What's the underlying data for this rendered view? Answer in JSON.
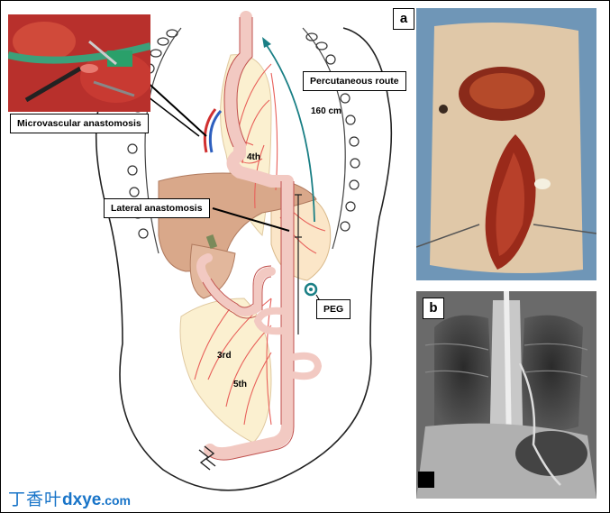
{
  "labels": {
    "microvascular": "Microvascular anastomosis",
    "percutaneous": "Percutaneous route",
    "distance": "160 cm",
    "jejunum_4th": "4th",
    "lateral": "Lateral anastomosis",
    "peg": "PEG",
    "jejunum_3rd": "3rd",
    "jejunum_5th": "5th"
  },
  "panels": {
    "a": "a",
    "b": "b"
  },
  "watermark": {
    "cn": "丁香叶",
    "brand": "dxye",
    "domain": ".com"
  },
  "colors": {
    "conduit": "#f2c9c2",
    "conduit_stroke": "#c0504d",
    "vessels": "#e8605a",
    "liver": "#d9a88a",
    "mesentery": "#fbf0d0",
    "arrow": "#1a7f85",
    "watermark": "#1874c8"
  }
}
